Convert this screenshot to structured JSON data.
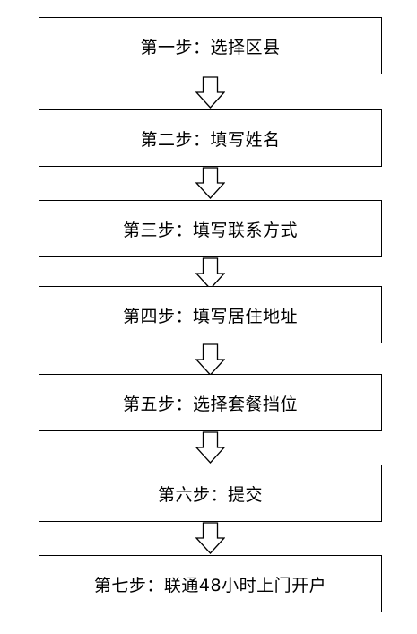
{
  "steps": [
    {
      "label": "第一步：选择区县"
    },
    {
      "label": "第二步：填写姓名"
    },
    {
      "label": "第三步：填写联系方式"
    },
    {
      "label": "第四步：填写居住地址"
    },
    {
      "label": "第五步：选择套餐挡位"
    },
    {
      "label": "第六步：提交"
    },
    {
      "label": "第七步：联通48小时上门开户"
    }
  ],
  "arrow_icon": "down-arrow-icon",
  "colors": {
    "border": "#000000",
    "background": "#ffffff",
    "text": "#000000"
  }
}
